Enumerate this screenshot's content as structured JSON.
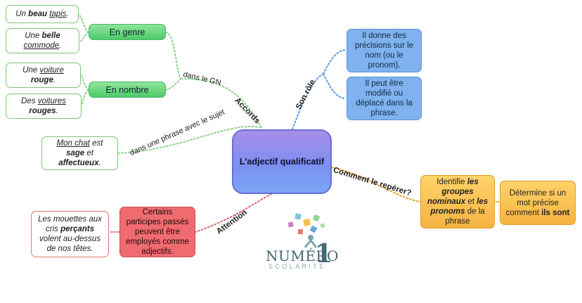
{
  "center": {
    "label": "L'adjectif qualificatif"
  },
  "branches": {
    "accords": "Accords",
    "son_role": "Son rôle",
    "comment": "Comment le repérer?",
    "attention": "Attention"
  },
  "relations": {
    "dans_le_gn": "dans le GN",
    "dans_phrase": "dans une phrase avec le sujet"
  },
  "nodes": {
    "en_genre": "En genre",
    "en_nombre": "En nombre",
    "role1": "Il donne des précisions sur le nom (ou le pronom).",
    "role2": "Il peut être modifié ou déplacé dans la phrase.",
    "reperer1": {
      "a": "Identifie ",
      "b": "les groupes nominaux",
      "c": " et ",
      "d": "les pronoms",
      "e": " de la phrase"
    },
    "reperer2": {
      "a": "Détermine si un mot précise comment ",
      "b": "ils sont"
    },
    "attention_note": "Certains participes passés peuvent être employés comme adjectifs."
  },
  "examples": {
    "beau_tapis": {
      "a": "Un ",
      "b": "beau",
      "c": " ",
      "d": "tapis",
      "e": "."
    },
    "belle_commode": {
      "a": "Une ",
      "b": "belle",
      "c": " ",
      "d": "commode",
      "e": "."
    },
    "voiture_rouge": {
      "a": "Une ",
      "b": "voiture",
      "c": " ",
      "d": "rouge",
      "e": "."
    },
    "voitures_rouges": {
      "a": "Des ",
      "b": "voitures",
      "c": " ",
      "d": "rouges",
      "e": "."
    },
    "mon_chat": {
      "a": "Mon chat",
      "b": " est ",
      "c": "sage",
      "d": " et ",
      "e": "affectueux",
      "f": "."
    },
    "mouettes": {
      "a": "Les mouettes aux cris ",
      "b": "perçants",
      "c": " volent au-dessus de nos têtes."
    }
  },
  "logo": {
    "word": "NUMÉRO",
    "one": "1",
    "sub": "SCOLARITÉ"
  },
  "colors": {
    "green": "#7ccf7c",
    "blue": "#5b9ae0",
    "orange": "#f0a02e",
    "red": "#e06a6a",
    "purple": "#8f86e6"
  }
}
